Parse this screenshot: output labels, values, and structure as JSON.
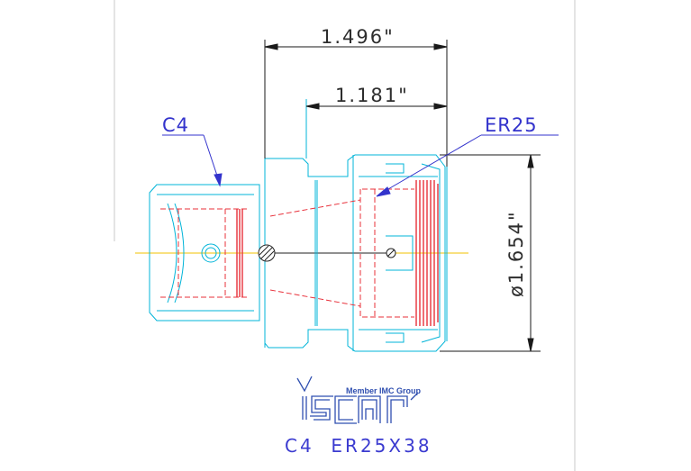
{
  "dimensions": {
    "overall_length": "1.496\"",
    "inner_length": "1.181\"",
    "diameter": "ø1.654\""
  },
  "labels": {
    "shank": "C4",
    "collet": "ER25"
  },
  "logo": {
    "tagline": "Member IMC Group",
    "brand": "Iscar"
  },
  "caption": "C4  ER25X38",
  "colors": {
    "part_outline": "#00b4d8",
    "hidden_lines": "#e8303a",
    "dimension": "#1a1a1a",
    "annotation": "#3333cc",
    "centerline": "#f2c200",
    "logo": "#2f4fb0"
  }
}
